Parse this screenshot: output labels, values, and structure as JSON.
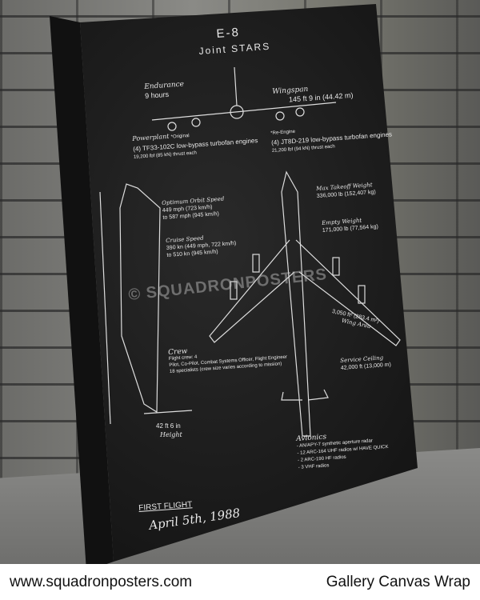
{
  "poster": {
    "title": "E-8",
    "subtitle": "Joint STARS",
    "endurance": {
      "label": "Endurance",
      "value": "9 hours"
    },
    "wingspan": {
      "label": "Wingspan",
      "value": "145 ft 9 in (44.42 m)"
    },
    "powerplant_original": {
      "label": "Powerplant",
      "tag": "*Original",
      "engines": "(4) TF33-102C low-bypass turbofan engines",
      "thrust": "19,200 lbf (85 kN) thrust each"
    },
    "powerplant_reengine": {
      "tag": "*Re-Engine",
      "engines": "(4) JT8D-219 low-bypass turbofan engines",
      "thrust": "21,200 lbf (94 kN) thrust each"
    },
    "orbit_speed": {
      "label": "Optimum Orbit Speed",
      "line1": "449 mph (723 km/h)",
      "line2": "to 587 mph (945 km/h)"
    },
    "cruise_speed": {
      "label": "Cruise Speed",
      "line1": "390 kn (449 mph, 722 km/h)",
      "line2": "to 510 kn (945 km/h)"
    },
    "max_takeoff": {
      "label": "Max Takeoff Weight",
      "value": "336,000 lb (152,407 kg)"
    },
    "empty_weight": {
      "label": "Empty Weight",
      "value": "171,000 lb (77,564 kg)"
    },
    "wing_area": {
      "value": "3,050 ft² (283.4 m²)",
      "label": "Wing Area"
    },
    "crew": {
      "label": "Crew",
      "line1": "Flight crew: 4",
      "line2": "Pilot, Co-Pilot, Combat Systems Officer, Flight Engineer",
      "line3": "18 specialists (crew size varies according to mission)"
    },
    "service_ceiling": {
      "label": "Service Ceiling",
      "value": "42,000 ft (13,000 m)"
    },
    "height": {
      "value": "42 ft 6 in",
      "label": "Height"
    },
    "avionics": {
      "label": "Avionics",
      "items": [
        "AN/APY-7 synthetic aperture radar",
        "12 ARC-164 UHF radios w/ HAVE QUICK",
        "2 ARC-190 HF radios",
        "3 VHF radios"
      ]
    },
    "first_flight": {
      "label": "FIRST FLIGHT",
      "date": "April 5th, 1988"
    },
    "watermark": "© SQUADRONPOSTERS"
  },
  "banner": {
    "website": "www.squadronposters.com",
    "product": "Gallery Canvas Wrap"
  }
}
